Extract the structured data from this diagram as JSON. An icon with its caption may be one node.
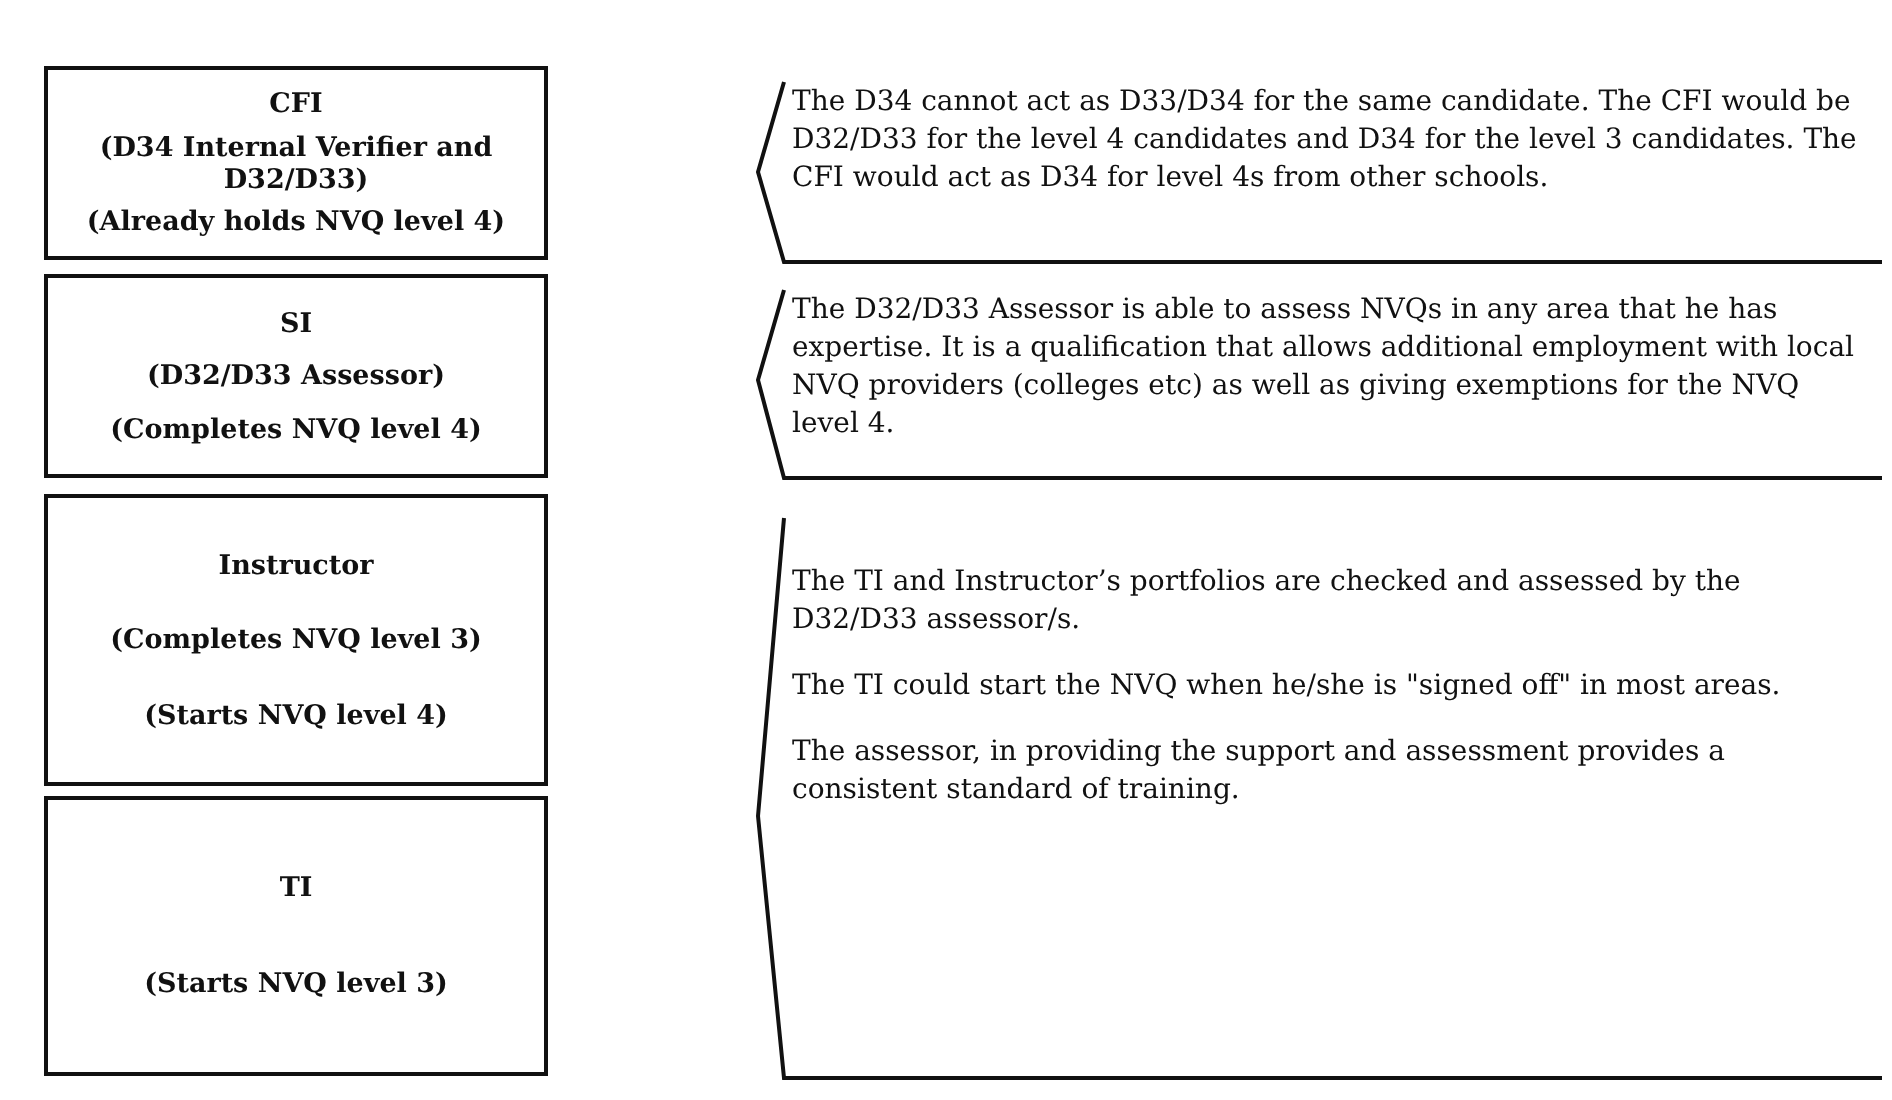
{
  "diagram": {
    "nodes": [
      {
        "text": [
          "CFI",
          "(D34 Internal Verifier and D32/D33)",
          "(Already holds NVQ level 4)"
        ]
      },
      {
        "text": [
          "The D34 cannot act as D33/D34 for the same candidate. The CFI would be D32/D33 for the level 4 candidates and D34 for the level 3 candidates. The CFI would act as D34 for level 4s from other schools."
        ]
      },
      {
        "text": [
          "SI",
          "(D32/D33 Assessor)",
          "(Completes NVQ level 4)"
        ]
      },
      {
        "text": [
          "The D32/D33 Assessor is able to assess NVQs in any area that he has expertise. It is a qualification that allows additional employment with local NVQ providers (colleges etc) as well as giving exemptions for the NVQ level 4."
        ]
      },
      {
        "text": [
          "Instructor",
          "(Completes NVQ level 3)",
          "(Starts NVQ level 4)"
        ]
      },
      {
        "text": [
          "TI",
          "(Starts NVQ level 3)"
        ]
      },
      {
        "text": [
          "The TI and Instructor’s portfolios are checked and assessed by the D32/D33 assessor/s.",
          "The TI could start the NVQ when he/she is \"signed off\" in most areas.",
          "The assessor, in providing the support and assessment provides a consistent standard of training."
        ]
      }
    ]
  }
}
